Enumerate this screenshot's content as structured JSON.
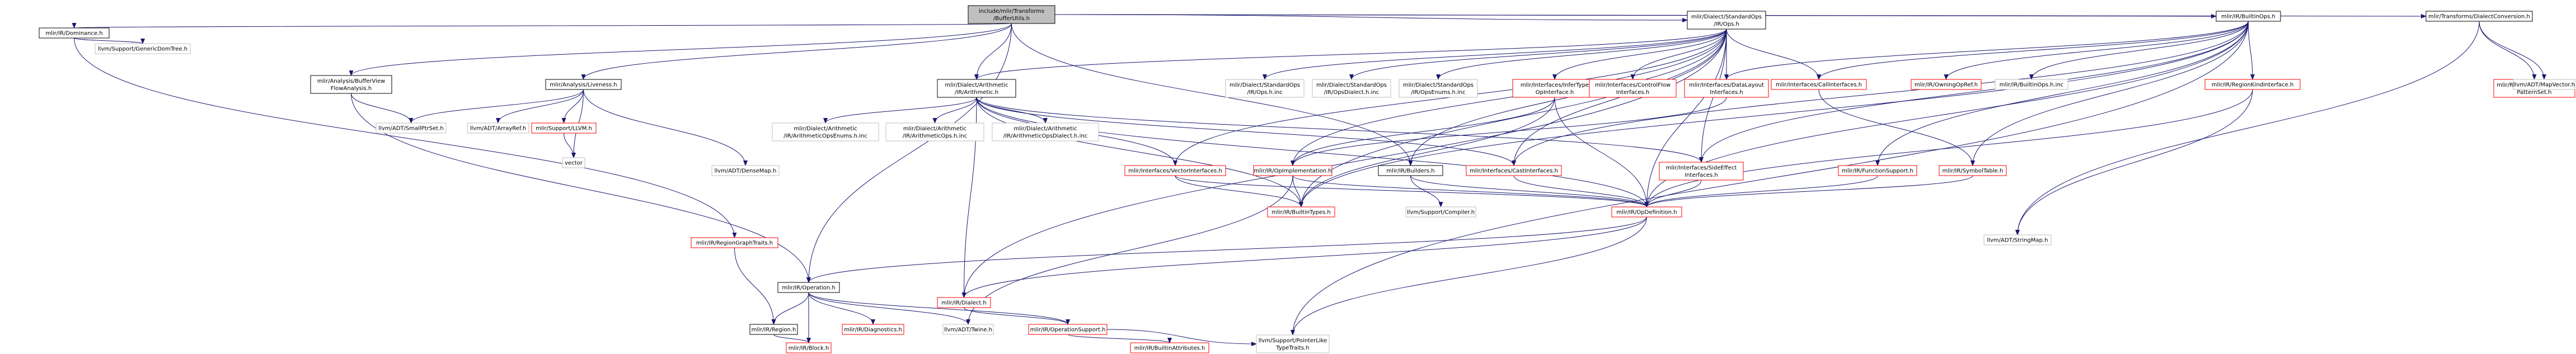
{
  "nodes": [
    {
      "id": "root",
      "lines": [
        "include/mlir/Transforms",
        "/BufferUtils.h"
      ],
      "kind": "root"
    },
    {
      "id": "dominance",
      "lines": [
        "mlir/IR/Dominance.h"
      ],
      "kind": "link"
    },
    {
      "id": "generic_dom_tree",
      "lines": [
        "llvm/Support/GenericDomTree.h"
      ],
      "kind": "plain"
    },
    {
      "id": "region_graph_traits",
      "lines": [
        "mlir/IR/RegionGraphTraits.h"
      ],
      "kind": "missing"
    },
    {
      "id": "buffer_view_flow",
      "lines": [
        "mlir/Analysis/BufferView",
        "FlowAnalysis.h"
      ],
      "kind": "link"
    },
    {
      "id": "liveness",
      "lines": [
        "mlir/Analysis/Liveness.h"
      ],
      "kind": "link"
    },
    {
      "id": "small_ptr_set",
      "lines": [
        "llvm/ADT/SmallPtrSet.h"
      ],
      "kind": "plain"
    },
    {
      "id": "array_ref",
      "lines": [
        "llvm/ADT/ArrayRef.h"
      ],
      "kind": "plain"
    },
    {
      "id": "support_llvm",
      "lines": [
        "mlir/Support/LLVM.h"
      ],
      "kind": "missing"
    },
    {
      "id": "vector",
      "lines": [
        "vector"
      ],
      "kind": "plain"
    },
    {
      "id": "dense_map",
      "lines": [
        "llvm/ADT/DenseMap.h"
      ],
      "kind": "plain"
    },
    {
      "id": "arith",
      "lines": [
        "mlir/Dialect/Arithmetic",
        "/IR/Arithmetic.h"
      ],
      "kind": "link"
    },
    {
      "id": "arith_enums",
      "lines": [
        "mlir/Dialect/Arithmetic",
        "/IR/ArithmeticOpsEnums.h.inc"
      ],
      "kind": "plain"
    },
    {
      "id": "arith_ops",
      "lines": [
        "mlir/Dialect/Arithmetic",
        "/IR/ArithmeticOps.h.inc"
      ],
      "kind": "plain"
    },
    {
      "id": "arith_dialect",
      "lines": [
        "mlir/Dialect/Arithmetic",
        "/IR/ArithmeticOpsDialect.h.inc"
      ],
      "kind": "plain"
    },
    {
      "id": "std_ops",
      "lines": [
        "mlir/Dialect/StandardOps",
        "/IR/Ops.h"
      ],
      "kind": "link"
    },
    {
      "id": "std_ops_inc",
      "lines": [
        "mlir/Dialect/StandardOps",
        "/IR/Ops.h.inc"
      ],
      "kind": "plain"
    },
    {
      "id": "std_dialect_inc",
      "lines": [
        "mlir/Dialect/StandardOps",
        "/IR/OpsDialect.h.inc"
      ],
      "kind": "plain"
    },
    {
      "id": "std_enums_inc",
      "lines": [
        "mlir/Dialect/StandardOps",
        "/IR/OpsEnums.h.inc"
      ],
      "kind": "plain"
    },
    {
      "id": "infer_type",
      "lines": [
        "mlir/Interfaces/InferType",
        "OpInterface.h"
      ],
      "kind": "missing"
    },
    {
      "id": "control_flow",
      "lines": [
        "mlir/Interfaces/ControlFlow",
        "Interfaces.h"
      ],
      "kind": "missing"
    },
    {
      "id": "vector_ifaces",
      "lines": [
        "mlir/Interfaces/VectorInterfaces.h"
      ],
      "kind": "missing"
    },
    {
      "id": "op_impl",
      "lines": [
        "mlir/IR/OpImplementation.h"
      ],
      "kind": "missing"
    },
    {
      "id": "builders",
      "lines": [
        "mlir/IR/Builders.h"
      ],
      "kind": "link"
    },
    {
      "id": "cast_ifaces",
      "lines": [
        "mlir/Interfaces/CastInterfaces.h"
      ],
      "kind": "missing"
    },
    {
      "id": "side_effect",
      "lines": [
        "mlir/Interfaces/SideEffect",
        "Interfaces.h"
      ],
      "kind": "missing"
    },
    {
      "id": "builtin_types",
      "lines": [
        "mlir/IR/BuiltinTypes.h"
      ],
      "kind": "missing"
    },
    {
      "id": "compiler",
      "lines": [
        "llvm/Support/Compiler.h"
      ],
      "kind": "plain"
    },
    {
      "id": "op_definition",
      "lines": [
        "mlir/IR/OpDefinition.h"
      ],
      "kind": "missing"
    },
    {
      "id": "builtin_ops",
      "lines": [
        "mlir/IR/BuiltinOps.h"
      ],
      "kind": "link"
    },
    {
      "id": "data_layout",
      "lines": [
        "mlir/Interfaces/DataLayout",
        "Interfaces.h"
      ],
      "kind": "missing"
    },
    {
      "id": "call_ifaces",
      "lines": [
        "mlir/Interfaces/CallInterfaces.h"
      ],
      "kind": "missing"
    },
    {
      "id": "owning_op_ref",
      "lines": [
        "mlir/IR/OwningOpRef.h"
      ],
      "kind": "missing"
    },
    {
      "id": "builtin_ops_inc",
      "lines": [
        "mlir/IR/BuiltinOps.h.inc"
      ],
      "kind": "plain"
    },
    {
      "id": "region_kind",
      "lines": [
        "mlir/IR/RegionKindInterface.h"
      ],
      "kind": "missing"
    },
    {
      "id": "symbol_table",
      "lines": [
        "mlir/IR/SymbolTable.h"
      ],
      "kind": "missing"
    },
    {
      "id": "function_support",
      "lines": [
        "mlir/IR/FunctionSupport.h"
      ],
      "kind": "missing"
    },
    {
      "id": "dialect_conv",
      "lines": [
        "mlir/Transforms/DialectConversion.h"
      ],
      "kind": "link"
    },
    {
      "id": "frozen_rewrite",
      "lines": [
        "mlir/Rewrite/FrozenRewrite",
        "PatternSet.h"
      ],
      "kind": "missing"
    },
    {
      "id": "map_vector",
      "lines": [
        "llvm/ADT/MapVector.h"
      ],
      "kind": "plain"
    },
    {
      "id": "string_map",
      "lines": [
        "llvm/ADT/StringMap.h"
      ],
      "kind": "plain"
    },
    {
      "id": "operation",
      "lines": [
        "mlir/IR/Operation.h"
      ],
      "kind": "link"
    },
    {
      "id": "dialect",
      "lines": [
        "mlir/IR/Dialect.h"
      ],
      "kind": "missing"
    },
    {
      "id": "region",
      "lines": [
        "mlir/IR/Region.h"
      ],
      "kind": "link"
    },
    {
      "id": "diagnostics",
      "lines": [
        "mlir/IR/Diagnostics.h"
      ],
      "kind": "missing"
    },
    {
      "id": "twine",
      "lines": [
        "llvm/ADT/Twine.h"
      ],
      "kind": "plain"
    },
    {
      "id": "op_support",
      "lines": [
        "mlir/IR/OperationSupport.h"
      ],
      "kind": "missing"
    },
    {
      "id": "block",
      "lines": [
        "mlir/IR/Block.h"
      ],
      "kind": "missing"
    },
    {
      "id": "builtin_attrs",
      "lines": [
        "mlir/IR/BuiltinAttributes.h"
      ],
      "kind": "missing"
    },
    {
      "id": "pointer_like",
      "lines": [
        "llvm/Support/PointerLike",
        "TypeTraits.h"
      ],
      "kind": "plain"
    }
  ],
  "colors": {
    "edge": "#191970",
    "root_fill": "#bfbfbf",
    "link_border": "#000000",
    "missing_border": "#ff0000",
    "plain_border": "#bfbfbf",
    "text": "#000000"
  }
}
